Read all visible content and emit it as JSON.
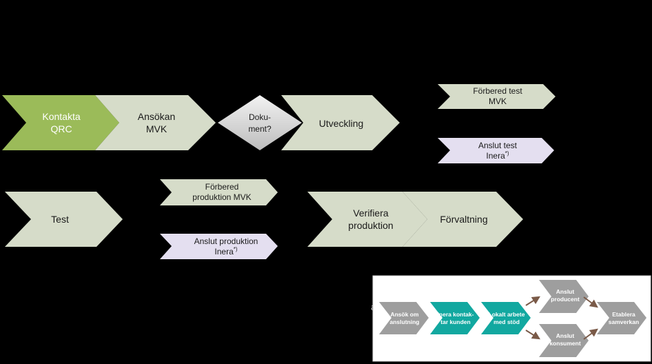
{
  "colors": {
    "background": "#000000",
    "chevron_green": "#9bbb59",
    "chevron_sage": "#d6dcc9",
    "chevron_lavender": "#e4dff0",
    "diamond_gray": "#d9d9d9",
    "inset_gray": "#9e9e9e",
    "inset_teal": "#12a8a0",
    "inset_arrow": "#7a5a48",
    "text_dark": "#1a1a1a",
    "text_white": "#ffffff"
  },
  "process": {
    "kontakta_qrc": [
      "Kontakta",
      "QRC"
    ],
    "ansokan_mvk": [
      "Ansökan",
      "MVK"
    ],
    "dokument": [
      "Doku-",
      "ment?"
    ],
    "utveckling": [
      "Utveckling"
    ],
    "forbered_test": [
      "Förbered test",
      "MVK"
    ],
    "anslut_test": [
      "Anslut test",
      "Inera"
    ],
    "anslut_test_note": "*)",
    "test": [
      "Test"
    ],
    "forbered_produktion": [
      "Förbered",
      "produktion MVK"
    ],
    "anslut_produktion": [
      "Anslut produktion",
      "Inera"
    ],
    "anslut_produktion_note": "*)",
    "verifiera_produktion": [
      "Verifiera",
      "produktion"
    ],
    "forvaltning": [
      "Förvaltning"
    ]
  },
  "inset": {
    "partial_label": "a",
    "steps": [
      [
        "Ansök om",
        "anslutning"
      ],
      [
        "Inera kontak-",
        "tar kunden"
      ],
      [
        "Lokalt arbete",
        "med stöd"
      ],
      [
        "Anslut",
        "producent"
      ],
      [
        "Anslut",
        "konsument"
      ],
      [
        "Etablera",
        "samverkan"
      ]
    ]
  }
}
